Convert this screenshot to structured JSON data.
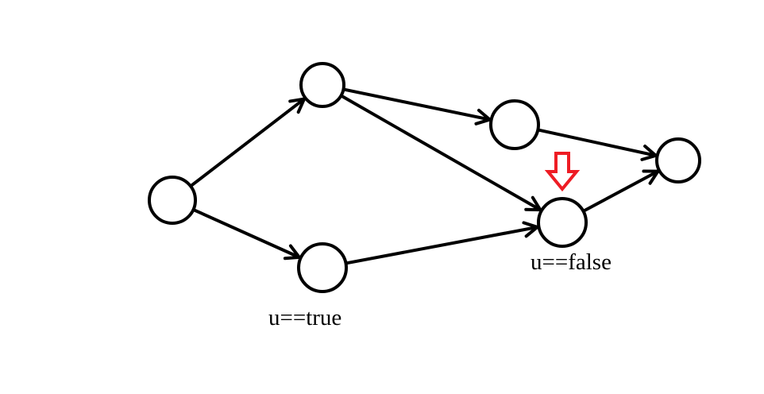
{
  "diagram": {
    "type": "directed-graph",
    "nodes": [
      {
        "id": "n1"
      },
      {
        "id": "n2"
      },
      {
        "id": "n3"
      },
      {
        "id": "n4"
      },
      {
        "id": "n5"
      },
      {
        "id": "n6"
      }
    ],
    "edges": [
      {
        "from": "n1",
        "to": "n2"
      },
      {
        "from": "n1",
        "to": "n6"
      },
      {
        "from": "n2",
        "to": "n3"
      },
      {
        "from": "n2",
        "to": "n4"
      },
      {
        "from": "n3",
        "to": "n5"
      },
      {
        "from": "n4",
        "to": "n5"
      },
      {
        "from": "n6",
        "to": "n4"
      }
    ],
    "labels": {
      "true_label": "u==true",
      "false_label": "u==false"
    },
    "highlight": {
      "target": "n4",
      "color": "#ee1c24",
      "icon": "down-arrow-icon"
    },
    "colors": {
      "stroke": "#000000"
    }
  }
}
